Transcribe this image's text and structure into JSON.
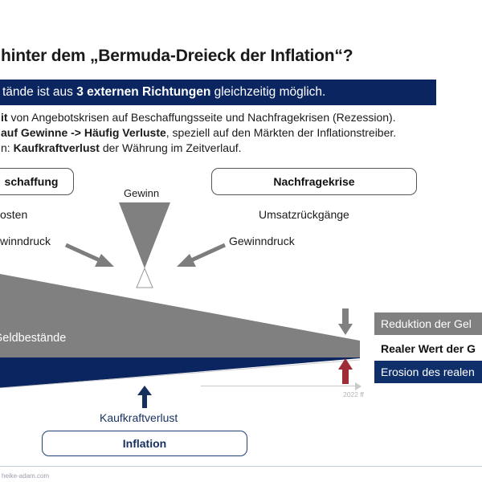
{
  "slide": {
    "title": "hinter dem „Bermuda-Dreieck der Inflation“?",
    "banner": {
      "pre": "tände ist aus ",
      "strong": "3 externen Richtungen",
      "post": " gleichzeitig möglich."
    },
    "body_lines": [
      {
        "strong": "it",
        "rest": " von Angebotskrisen auf Beschaffungsseite und Nachfragekrisen (Rezession)."
      },
      {
        "strong": "auf Gewinne -> Häufig Verluste",
        "rest": ", speziell auf den Märkten der Inflationstreiber."
      },
      {
        "pre": "n: ",
        "strong": "Kaufkraftverlust",
        "rest": " der Währung im Zeitverlauf."
      }
    ],
    "diagram": {
      "box_beschaffung": "schaffung",
      "box_nachfragekrise": "Nachfragekrise",
      "box_inflation": "Inflation",
      "label_kosten": "osten",
      "label_gewinndruck_left": "winndruck",
      "label_gewinn": "Gewinn",
      "label_umsatzrueckgaenge": "Umsatzrückgänge",
      "label_gewinndruck_right": "Gewinndruck",
      "label_kaufkraftverlust": "Kaufkraftverlust",
      "wedge_label": "Geldbestände",
      "right_label_gray": "Reduktion der Gel",
      "right_label_plain": "Realer Wert der G",
      "right_label_navy": "Erosion des realen",
      "timeline_label": "2022 ff"
    },
    "footer": "heike-adam.com",
    "colors": {
      "navy": "#0a2560",
      "navy_box": "#0f2f6b",
      "gray": "#808080",
      "dark_red": "#9e2b35",
      "arrow_gray": "#7d7d7d",
      "text": "#1a1a1a"
    }
  }
}
